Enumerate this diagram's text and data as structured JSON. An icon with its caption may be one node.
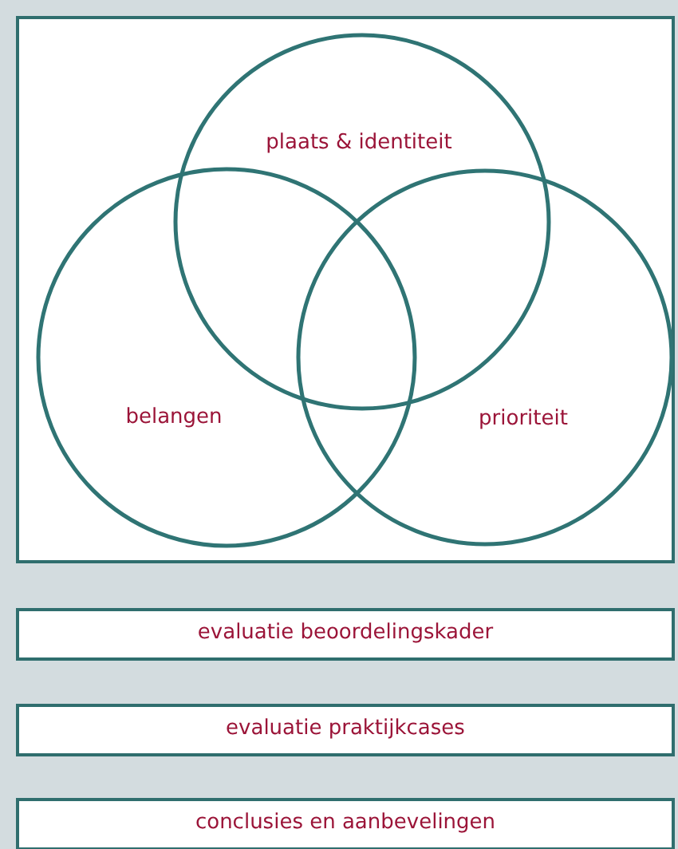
{
  "diagram": {
    "nodes": [
      {
        "text": [],
        "shape": "box"
      },
      {
        "text": [
          "plaats & identiteit"
        ],
        "in": 0
      },
      {
        "text": [
          "belangen"
        ],
        "in": 0
      },
      {
        "text": [
          "prioriteit"
        ],
        "in": 0
      },
      {
        "text": [
          "evaluatie beoordelingskader"
        ]
      },
      {
        "text": [
          "evaluatie praktijkcases"
        ]
      },
      {
        "text": [
          "conclusies en aanbevelingen"
        ]
      }
    ],
    "edges": []
  }
}
